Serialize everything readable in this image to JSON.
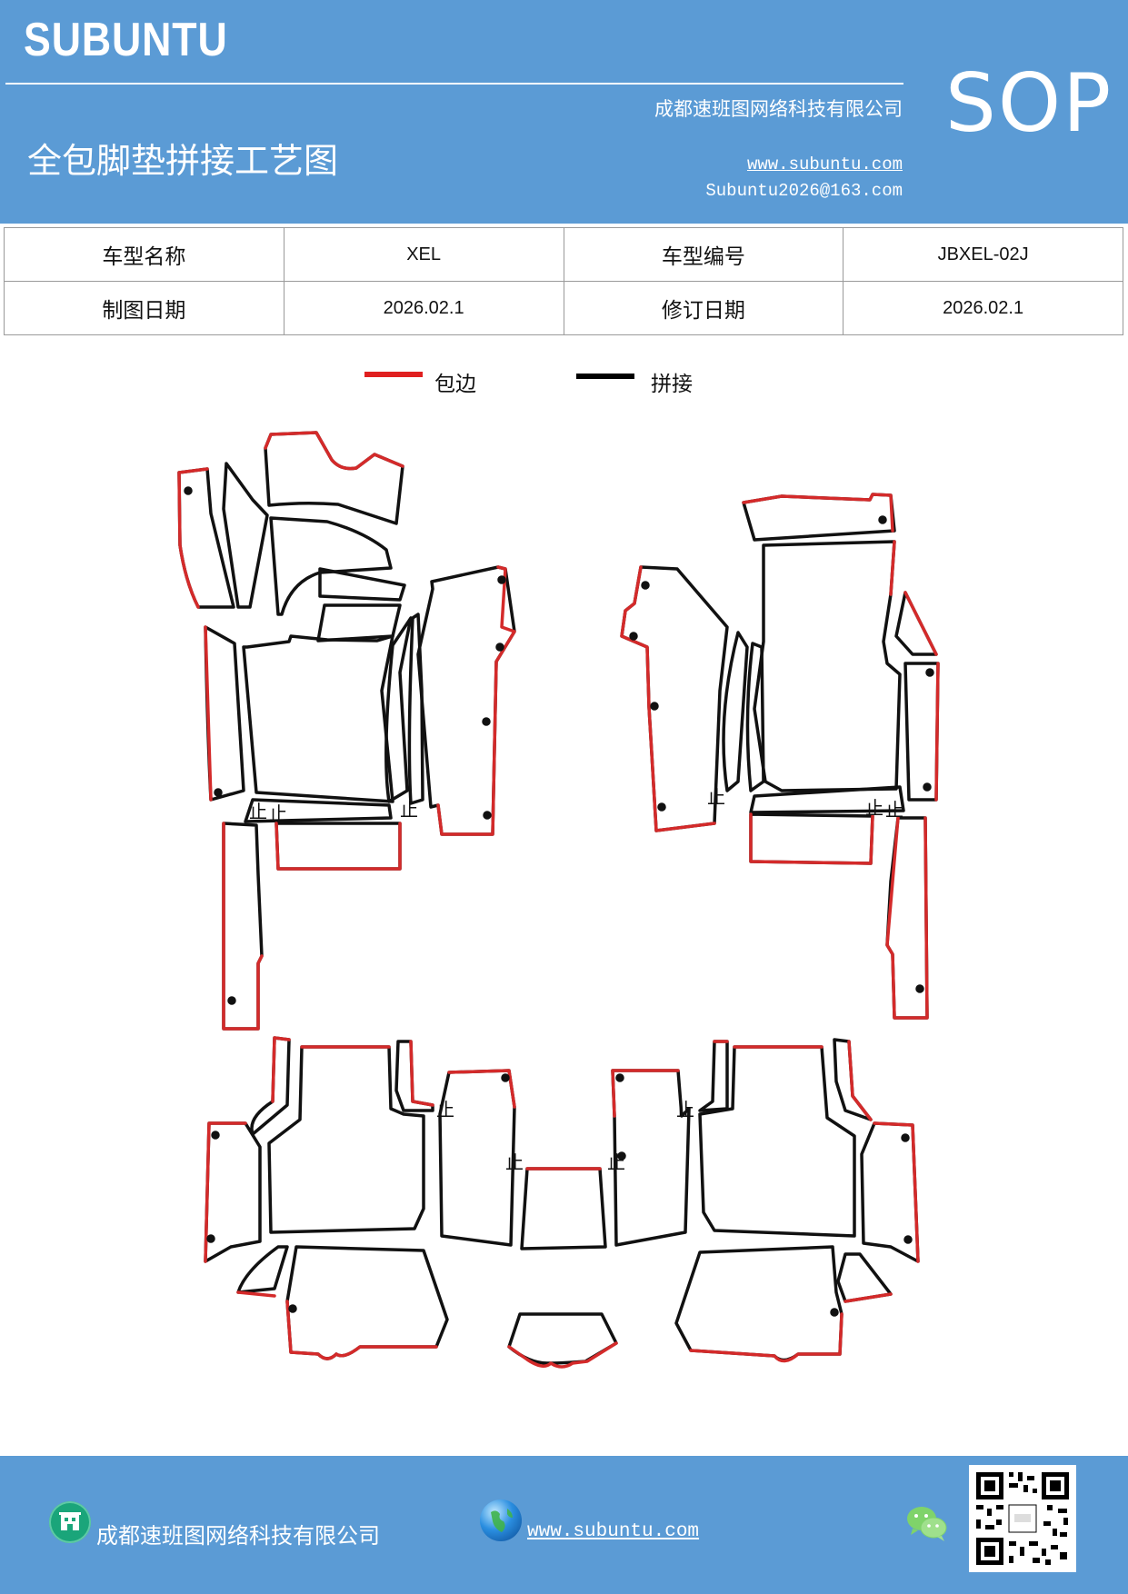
{
  "header": {
    "brand": "SUBUNTU",
    "company": "成都速班图网络科技有限公司",
    "title": "全包脚垫拼接工艺图",
    "website": "www.subuntu.com",
    "email": "Subuntu2026@163.com",
    "badge": "SOP",
    "background_color": "#5b9bd5"
  },
  "info_table": {
    "rows": [
      {
        "label_1": "车型名称",
        "value_1": "XEL",
        "label_2": "车型编号",
        "value_2": "JBXEL-02J"
      },
      {
        "label_1": "制图日期",
        "value_1": "2026.02.1",
        "label_2": "修订日期",
        "value_2": "2026.02.1"
      }
    ]
  },
  "legend": {
    "items": [
      {
        "label": "包边",
        "color": "#e02020"
      },
      {
        "label": "拼接",
        "color": "#000000"
      }
    ]
  },
  "diagram": {
    "edge_color": "#d42a2a",
    "seam_color": "#111111",
    "marker_glyph": "止"
  },
  "footer": {
    "company": "成都速班图网络科技有限公司",
    "website": "www.subuntu.com",
    "icons": [
      "building-icon",
      "globe-icon",
      "wechat-icon",
      "qr-code-icon"
    ]
  }
}
